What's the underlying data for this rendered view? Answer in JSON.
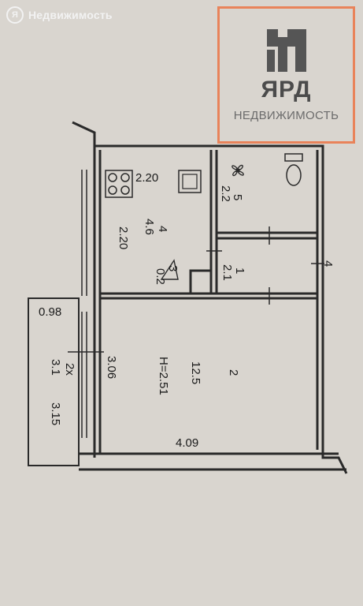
{
  "watermark": {
    "circle_text": "Я",
    "text": "Недвижимость"
  },
  "brand": {
    "name": "ЯРД",
    "subtitle": "НЕДВИЖИМОСТЬ"
  },
  "plan": {
    "kitchen": {
      "number": "4",
      "area": "4.6",
      "width": "2.20",
      "depth": "2.20"
    },
    "bathroom": {
      "number": "5",
      "area": "2.2"
    },
    "toilet": {
      "number": "1",
      "area": "2.1"
    },
    "closet": {
      "number": "3",
      "area": "0.2"
    },
    "room": {
      "number": "2",
      "area": "12.5",
      "height": "H=2.51",
      "width": "4.09",
      "depth": "3.06"
    },
    "balcony": {
      "number": "2х",
      "area": "3.1",
      "width": "0.98",
      "length": "3.15"
    },
    "entrance_marker": "4"
  }
}
